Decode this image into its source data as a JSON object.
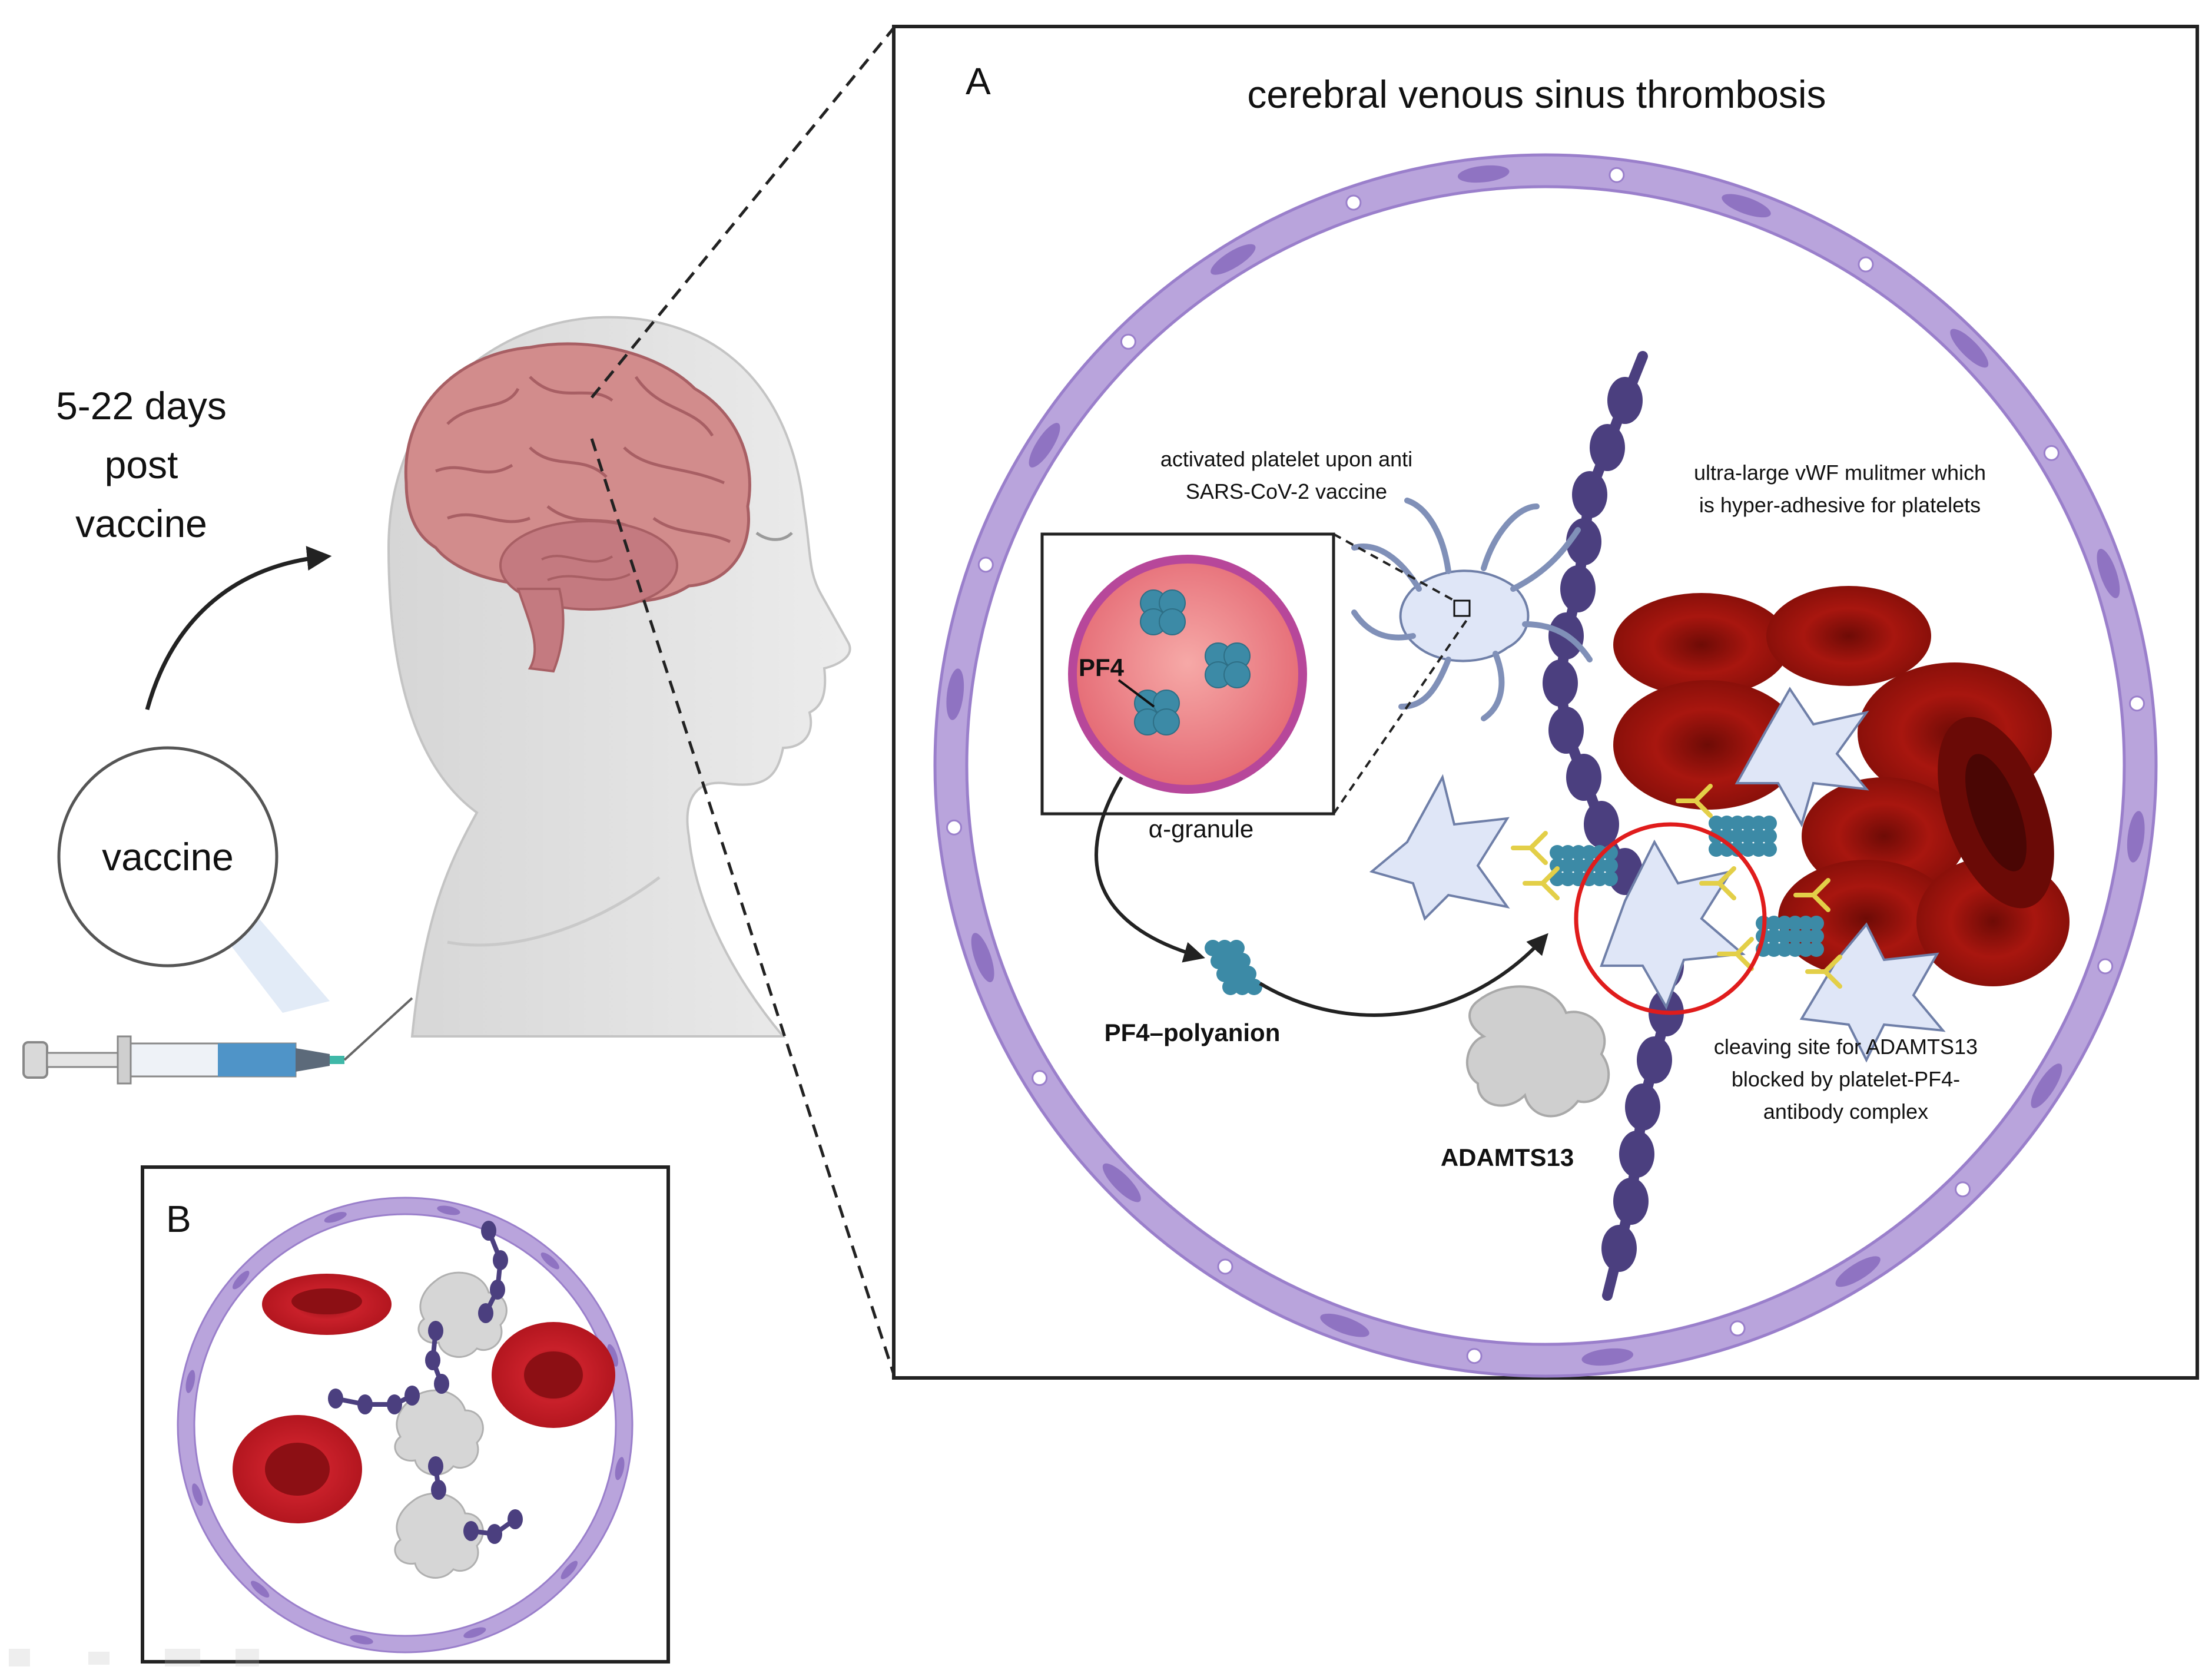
{
  "left": {
    "time_line1": "5-22 days",
    "time_line2": "post",
    "time_line3": "vaccine",
    "vaccine_label": "vaccine"
  },
  "panelA": {
    "letter": "A",
    "title": "cerebral venous sinus thrombosis",
    "activated_line1": "activated  platelet  upon anti",
    "activated_line2": "SARS-CoV-2 vaccine",
    "vwf_line1": "ultra-large  vWF  mulitmer which",
    "vwf_line2": "is hyper-adhesive for platelets",
    "pf4": "PF4",
    "granule": "α-granule",
    "polyanion": "PF4–polyanion",
    "adamts13": "ADAMTS13",
    "cleave_line1": "cleaving  site for ADAMTS13",
    "cleave_line2": "blocked  by platelet-PF4-",
    "cleave_line3": "antibody complex"
  },
  "panelB": {
    "letter": "B"
  },
  "colors": {
    "vessel_wall": "#b9a4dc",
    "vessel_stroke": "#9a7fcb",
    "vwf": "#4b3f7f",
    "rbc": "#a8160f",
    "rbc_dark": "#7d0d08",
    "platelet": "#dfe6f7",
    "pf4": "#3c8aa6",
    "granule": "#e8707a",
    "antibody": "#e3cf48",
    "adamts13": "#cfcfcf",
    "highlight_circle": "#e01c1c",
    "brain": "#d28c8c"
  }
}
